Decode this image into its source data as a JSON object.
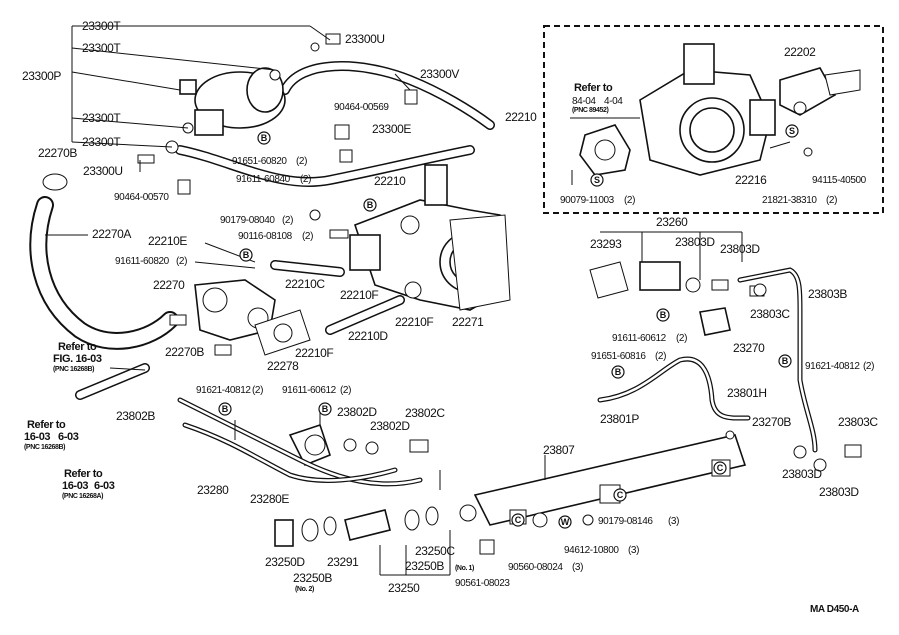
{
  "diagram_code": "MA D450-A",
  "labels": {
    "p23300T_1": "23300T",
    "p23300T_2": "23300T",
    "p23300T_3": "23300T",
    "p23300T_4": "23300T",
    "p23300U_1": "23300U",
    "p23300U_2": "23300U",
    "p23300P": "23300P",
    "p23300V": "23300V",
    "p23300E": "23300E",
    "p90464_00569": "90464-00569",
    "p90464_00570": "90464-00570",
    "p91651_60820": "91651-60820",
    "p91651_60820_q": "(2)",
    "p91611_60840": "91611-60840",
    "p91611_60840_q": "(2)",
    "p22270B": "22270B",
    "p22270A": "22270A",
    "p22270": "22270",
    "p22270B_2": "22270B",
    "p22210_top": "22210",
    "p22210_main": "22210",
    "p22210E": "22210E",
    "p90179_08040": "90179-08040",
    "p90179_08040_q": "(2)",
    "p90116_08108": "90116-08108",
    "p90116_08108_q": "(2)",
    "p91611_60820": "91611-60820",
    "p91611_60820_q": "(2)",
    "p22210C": "22210C",
    "p22210F_1": "22210F",
    "p22210F_2": "22210F",
    "p22210F_3": "22210F",
    "p22210D": "22210D",
    "p22271": "22271",
    "p22278": "22278",
    "p22202": "22202",
    "p22216": "22216",
    "p94115_40500": "94115-40500",
    "p21821_38310": "21821-38310",
    "p21821_38310_q": "(2)",
    "p90079_11003": "90079-11003",
    "p90079_11003_q": "(2)",
    "refer_box": "Refer to",
    "refer_box_1": "84-04",
    "refer_box_2": "4-04",
    "refer_box_pnc": "(PNC 89452)",
    "p23260": "23260",
    "p23293": "23293",
    "p23803D_1": "23803D",
    "p23803D_2": "23803D",
    "p23803B": "23803B",
    "p23803C_1": "23803C",
    "p91611_60612": "91611-60612",
    "p91611_60612_q": "(2)",
    "p23270": "23270",
    "p91651_60816": "91651-60816",
    "p91651_60816_q": "(2)",
    "p91621_40812_r": "91621-40812",
    "p91621_40812_r_q": "(2)",
    "p23801H": "23801H",
    "p23801P": "23801P",
    "p23270B": "23270B",
    "p23803C_2": "23803C",
    "p23803D_3": "23803D",
    "p23803D_4": "23803D",
    "refer1_a": "Refer to",
    "refer1_b": "FIG. 16-03",
    "refer1_pnc": "(PNC 16268B)",
    "refer2_a": "Refer to",
    "refer2_b": "16-03",
    "refer2_c": "6-03",
    "refer2_pnc": "(PNC 16268B)",
    "refer3_a": "Refer to",
    "refer3_b": "16-03",
    "refer3_c": "6-03",
    "refer3_pnc": "(PNC 16268A)",
    "p91621_40812_l": "91621-40812",
    "p91621_40812_l_q": "(2)",
    "p91611_60612_l": "91611-60612",
    "p91611_60612_l_q": "(2)",
    "p23802B": "23802B",
    "p23802D_1": "23802D",
    "p23802D_2": "23802D",
    "p23802C": "23802C",
    "p23280": "23280",
    "p23280E": "23280E",
    "p23807": "23807",
    "p23250D": "23250D",
    "p23291": "23291",
    "p23250B_1": "23250B",
    "p23250B_q": "(No. 2)",
    "p23250C": "23250C",
    "p23250B_2": "23250B",
    "p23250": "23250",
    "p90561_08023": "90561-08023",
    "p90561_08023_q": "(No. 1)",
    "p90560_08024": "90560-08024",
    "p90560_08024_q": "(3)",
    "p94612_10800": "94612-10800",
    "p94612_10800_q": "(3)",
    "p90179_08146": "90179-08146",
    "p90179_08146_q": "(3)"
  },
  "symbols": {
    "B": "B",
    "S": "S",
    "W": "W",
    "C": "C"
  }
}
